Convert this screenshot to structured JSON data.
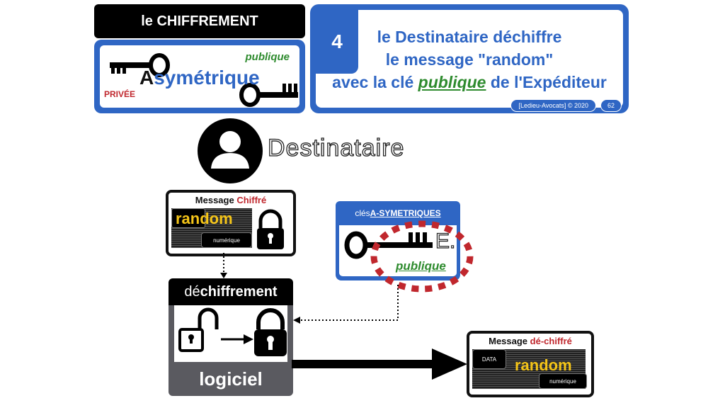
{
  "header": {
    "banner": "le CHIFFREMENT",
    "asym_prefix": "A",
    "asym_word": "symétrique",
    "public_label": "publique",
    "private_label": "PRIVÉE"
  },
  "title": {
    "step": "4",
    "line1": "le Destinataire déchiffre",
    "line2": "le message \"random\"",
    "line3_pre": "avec la clé ",
    "line3_pub": "publique",
    "line3_post": " de l'Expéditeur",
    "credit": "[Ledieu-Avocats] © 2020",
    "page": "62"
  },
  "actor": {
    "icon": "user-icon",
    "label": "Destinataire"
  },
  "encrypted_card": {
    "title_pre": "Message ",
    "title_red": "Chiffré",
    "word": "random",
    "tag": "numérique",
    "icon": "lock-closed-icon"
  },
  "keys_card": {
    "header_pre": "clés ",
    "header_bold": "A-SYMETRIQUES",
    "owner_initial": "E.",
    "label": "publique",
    "icon": "key-icon"
  },
  "decrypt": {
    "head_pre": "dé",
    "head_bold": "chiffrement",
    "footer": "logiciel",
    "icons": [
      "lock-open-icon",
      "arrow-right-icon",
      "lock-closed-icon"
    ]
  },
  "decrypted_card": {
    "title_pre": "Message ",
    "title_red": "dé-chiffré",
    "data_tag": "DATA",
    "word": "random",
    "tag": "numérique"
  },
  "colors": {
    "blue": "#2f66c4",
    "green": "#2e8b2e",
    "red": "#c0272d",
    "yellow": "#f5c518",
    "gray": "#5a5a60"
  }
}
